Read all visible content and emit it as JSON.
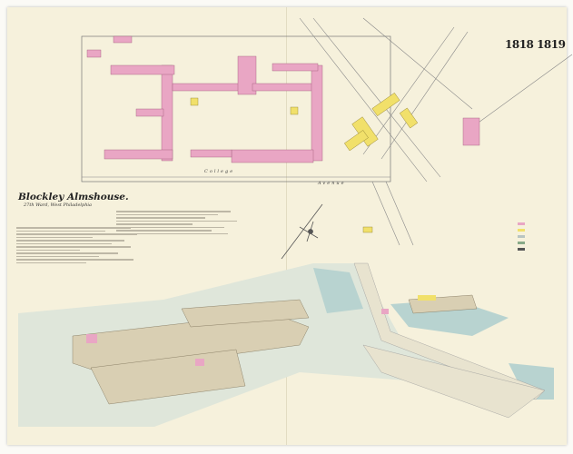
{
  "map": {
    "title": "Blockley Almshouse.",
    "subtitle": "27th Ward, West Philadelphia",
    "year_label": "1818 1819",
    "streets": [
      "College",
      "Avenue"
    ],
    "colors": {
      "paper": "#f6f1dc",
      "brick": "#e9a6c4",
      "frame": "#f1e06a",
      "stone": "#b9c5c2",
      "water": "#b8d3d0"
    }
  }
}
